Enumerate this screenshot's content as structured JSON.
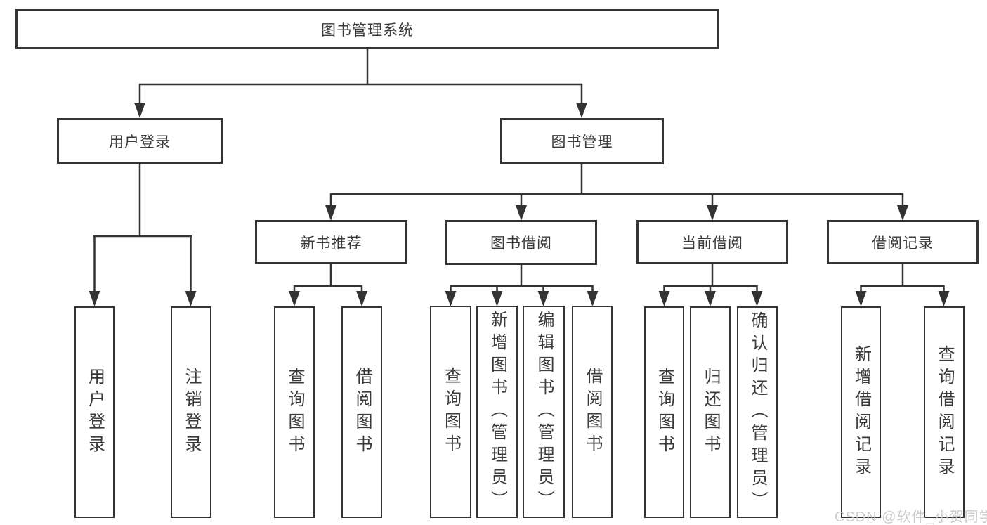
{
  "diagram_type": "hierarchy",
  "colors": {
    "line": "#333333",
    "box_border": "#333333",
    "text": "#3a3a3a",
    "background": "#ffffff",
    "watermark": "#c7c7c7"
  },
  "tree": {
    "label": "图书管理系统",
    "children": [
      {
        "label": "用户登录",
        "children": [
          {
            "label": "用户登录"
          },
          {
            "label": "注销登录"
          }
        ]
      },
      {
        "label": "图书管理",
        "children": [
          {
            "label": "新书推荐",
            "children": [
              {
                "label": "查询图书"
              },
              {
                "label": "借阅图书"
              }
            ]
          },
          {
            "label": "图书借阅",
            "children": [
              {
                "label": "查询图书"
              },
              {
                "label": "新增图书（管理员）"
              },
              {
                "label": "编辑图书（管理员）"
              },
              {
                "label": "借阅图书"
              }
            ]
          },
          {
            "label": "当前借阅",
            "children": [
              {
                "label": "查询图书"
              },
              {
                "label": "归还图书"
              },
              {
                "label": "确认归还（管理员）"
              }
            ]
          },
          {
            "label": "借阅记录",
            "children": [
              {
                "label": "新增借阅记录"
              },
              {
                "label": "查询借阅记录"
              }
            ]
          }
        ]
      }
    ]
  },
  "watermark": {
    "text": "CSDN @软件_小贺同学"
  }
}
